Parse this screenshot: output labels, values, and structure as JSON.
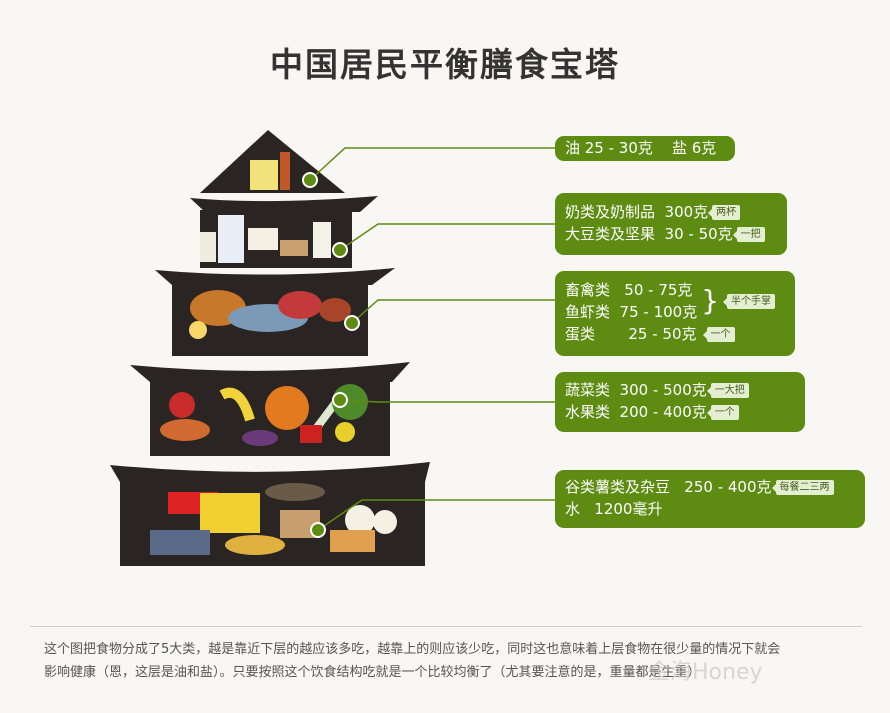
{
  "title": "中国居民平衡膳食宝塔",
  "colors": {
    "accent": "#5e8c12",
    "tier": "#2a2522",
    "dot": "#5e8c12"
  },
  "tiers": [
    {
      "rows": [
        {
          "text": "油 25 - 30克    盐 6克"
        }
      ]
    },
    {
      "rows": [
        {
          "text": "奶类及奶制品  300克",
          "tag": "两杯"
        },
        {
          "text": "大豆类及坚果  30 - 50克",
          "tag": "一把"
        }
      ]
    },
    {
      "rows": [
        {
          "text": "畜禽类   50 - 75克"
        },
        {
          "text": "鱼虾类  75 - 100克"
        },
        {
          "text": "蛋类       25 - 50克",
          "tag": "一个"
        }
      ],
      "group_tag": "半个手掌"
    },
    {
      "rows": [
        {
          "text": "蔬菜类  300 - 500克",
          "tag": "一大把"
        },
        {
          "text": "水果类  200 - 400克",
          "tag": "一个"
        }
      ]
    },
    {
      "rows": [
        {
          "text": "谷类薯类及杂豆   250 - 400克",
          "tag": "每餐二三两"
        },
        {
          "text": "水   1200毫升"
        }
      ]
    }
  ],
  "note": {
    "line1": "这个图把食物分成了5大类，越是靠近下层的越应该多吃，越靠上的则应该少吃，同时这也意味着上层食物在很少量的情况下就会",
    "line2": "影响健康（恩，这层是油和盐）。只要按照这个饮食结构吃就是一个比较均衡了（尤其要注意的是，重量都是生重）"
  },
  "watermark": "金海Honey"
}
